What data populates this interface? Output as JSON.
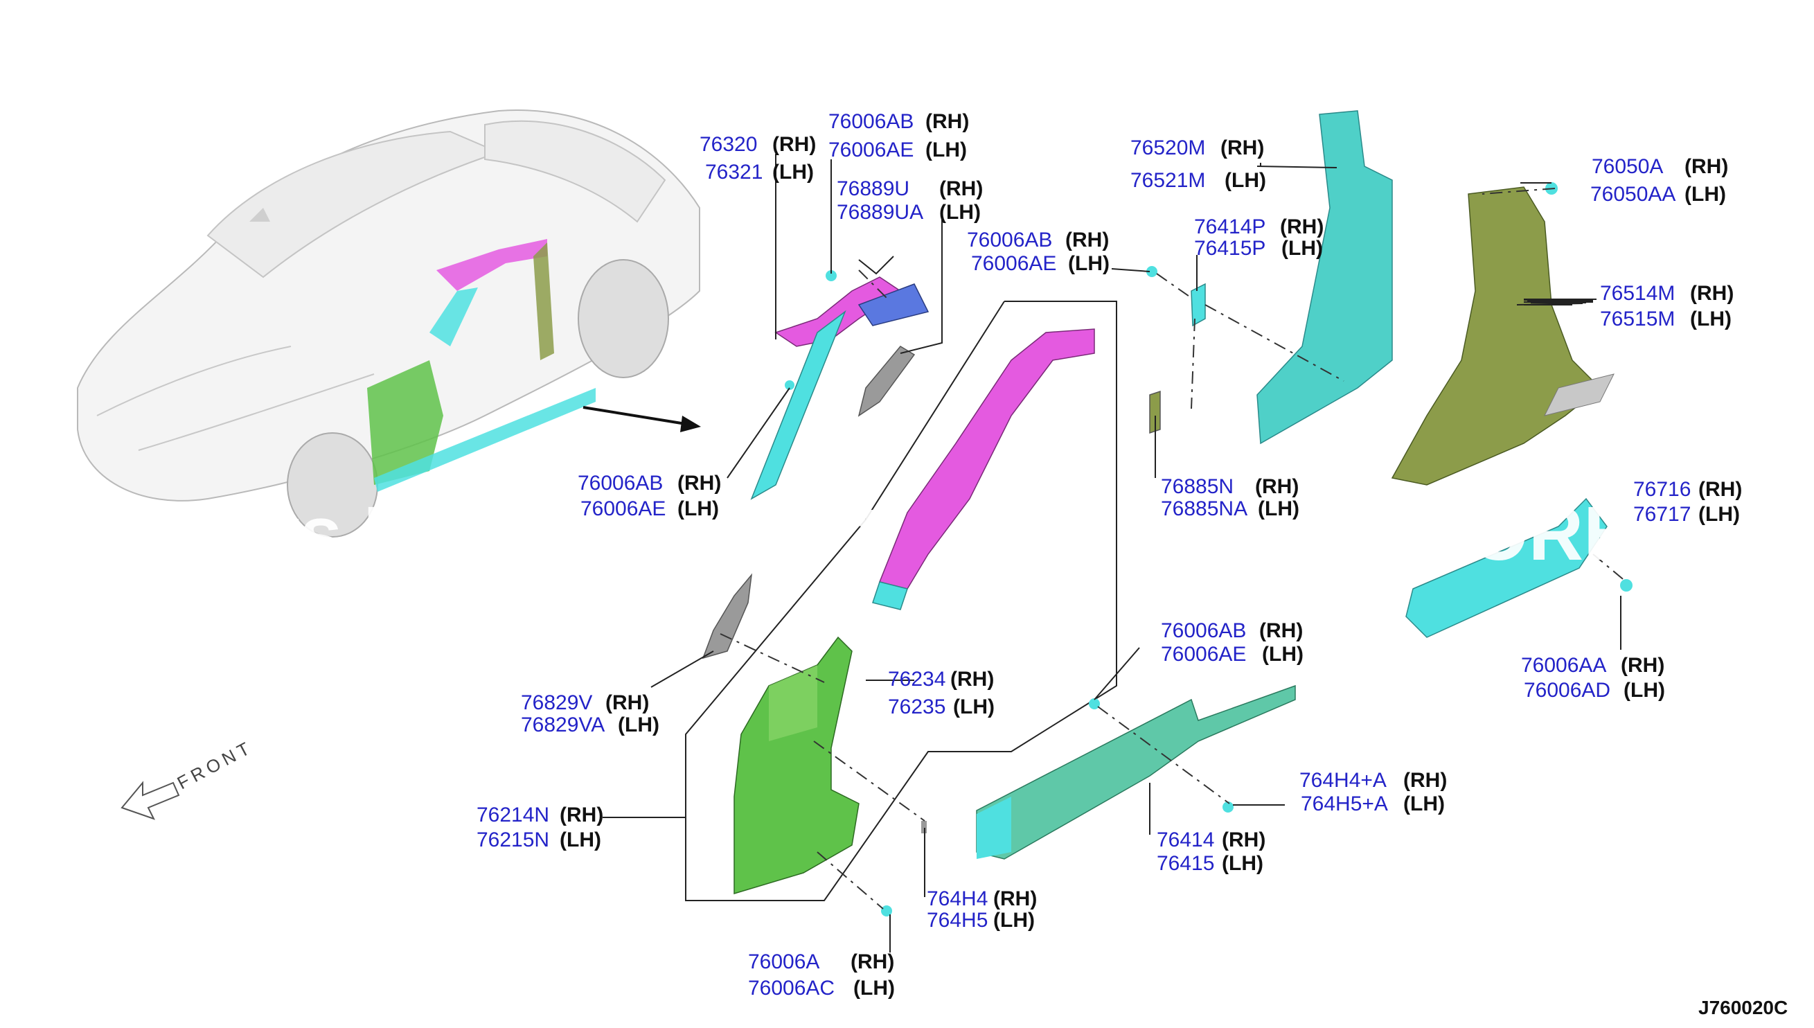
{
  "diagram_code": "J760020C",
  "front_label": "FRONT",
  "watermark": {
    "left": "Offers M",
    "middle": "t",
    "right": "JORE"
  },
  "callouts": [
    {
      "id": "c01",
      "rh": "76320",
      "lh": "76321"
    },
    {
      "id": "c02",
      "rh": "76006AB",
      "lh": "76006AE"
    },
    {
      "id": "c03",
      "rh": "76889U",
      "lh": "76889UA"
    },
    {
      "id": "c04",
      "rh": "76006AB",
      "lh": "76006AE"
    },
    {
      "id": "c05",
      "rh": "76520M",
      "lh": "76521M"
    },
    {
      "id": "c06",
      "rh": "76414P",
      "lh": "76415P"
    },
    {
      "id": "c07",
      "rh": "76050A",
      "lh": "76050AA"
    },
    {
      "id": "c08",
      "rh": "76514M",
      "lh": "76515M"
    },
    {
      "id": "c09",
      "rh": "76006AB",
      "lh": "76006AE"
    },
    {
      "id": "c10",
      "rh": "76885N",
      "lh": "76885NA"
    },
    {
      "id": "c11",
      "rh": "76716",
      "lh": "76717"
    },
    {
      "id": "c12",
      "rh": "76006AA",
      "lh": "76006AD"
    },
    {
      "id": "c13",
      "rh": "76006AB",
      "lh": "76006AE"
    },
    {
      "id": "c14",
      "rh": "76234",
      "lh": "76235"
    },
    {
      "id": "c15",
      "rh": "76829V",
      "lh": "76829VA"
    },
    {
      "id": "c16",
      "rh": "764H4+A",
      "lh": "764H5+A"
    },
    {
      "id": "c17",
      "rh": "76214N",
      "lh": "76215N"
    },
    {
      "id": "c18",
      "rh": "76414",
      "lh": "76415"
    },
    {
      "id": "c19",
      "rh": "764H4",
      "lh": "764H5"
    },
    {
      "id": "c20",
      "rh": "76006A",
      "lh": "76006AC"
    }
  ],
  "side_labels": {
    "rh": "(RH)",
    "lh": "(LH)"
  },
  "colors": {
    "cyan_part": "#4fe0e0",
    "magenta_part": "#e45ae0",
    "green_part": "#5fc24a",
    "olive_part": "#8c9c4a",
    "blue_part": "#5a78e0",
    "grey_part": "#9a9a9a",
    "part_number_text": "#2323c8"
  }
}
